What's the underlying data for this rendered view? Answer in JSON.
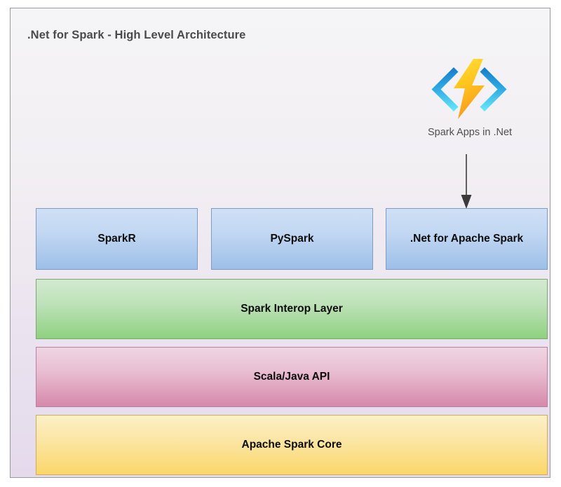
{
  "diagram": {
    "title": ".Net for Spark - High Level Architecture",
    "logo": {
      "icon_name": "spark-dotnet-logo",
      "caption": "Spark Apps in .Net",
      "bolt_color_top": "#FFD93D",
      "bolt_color_bottom": "#F99B1C",
      "bracket_color_top": "#1E8FD5",
      "bracket_color_bottom": "#5CE1F5"
    },
    "arrow": {
      "icon_name": "down-arrow",
      "color": "#3b3b3b",
      "from": "Spark Apps in .Net",
      "to": ".Net for Apache Spark"
    },
    "canvas": {
      "border_color": "#9a9a9a",
      "background_top": "#f5f4f6",
      "background_bottom": "#e4daec"
    },
    "layers": [
      {
        "id": "language-apis",
        "boxes": [
          {
            "label": "SparkR",
            "color": "#9dbfe8"
          },
          {
            "label": "PySpark",
            "color": "#9dbfe8"
          },
          {
            "label": ".Net for Apache Spark",
            "color": "#9dbfe8"
          }
        ]
      },
      {
        "id": "interop",
        "boxes": [
          {
            "label": "Spark Interop Layer",
            "color": "#8fd180"
          }
        ]
      },
      {
        "id": "scala-java",
        "boxes": [
          {
            "label": "Scala/Java API",
            "color": "#d589ab"
          }
        ]
      },
      {
        "id": "core",
        "boxes": [
          {
            "label": "Apache Spark Core",
            "color": "#fbd769"
          }
        ]
      }
    ]
  }
}
